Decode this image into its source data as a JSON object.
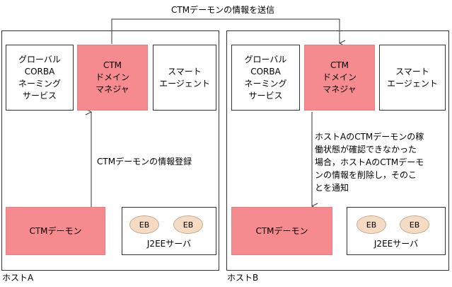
{
  "top_label": "CTMデーモンの情報を送信",
  "hostA": {
    "caption": "ホストA",
    "corba": "グローバル\nCORBA\nネーミング\nサービス",
    "ctm_dm": "CTM\nドメイン\nマネジャ",
    "agent": "スマート\nエージェント",
    "daemon": "CTMデーモン",
    "eb1": "EB",
    "eb2": "EB",
    "j2ee": "J2EEサーバ",
    "arrow_label": "CTMデーモンの情報登録"
  },
  "hostB": {
    "caption": "ホストB",
    "corba": "グローバル\nCORBA\nネーミング\nサービス",
    "ctm_dm": "CTM\nドメイン\nマネジャ",
    "agent": "スマート\nエージェント",
    "daemon": "CTMデーモン",
    "eb1": "EB",
    "eb2": "EB",
    "j2ee": "J2EEサーバ",
    "arrow_label": "ホストAのCTMデーモンの稼\n働状態が確認できなかった\n場合，ホストAのCTMデーモ\nンの情報を削除し，そのこ\nとを通知"
  },
  "colors": {
    "pink": "#f58a8f",
    "eb_fill": "#f6dbc4"
  }
}
